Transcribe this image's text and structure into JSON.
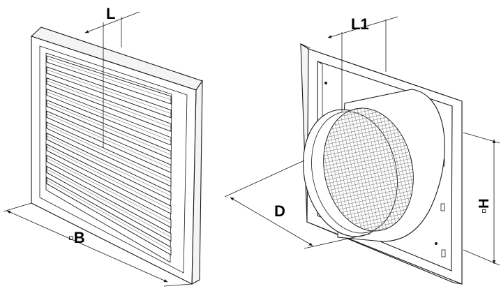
{
  "labels": {
    "left_depth": "L",
    "left_width": "▫B",
    "right_depth": "L1",
    "right_diameter": "D",
    "right_height": "▫H"
  }
}
